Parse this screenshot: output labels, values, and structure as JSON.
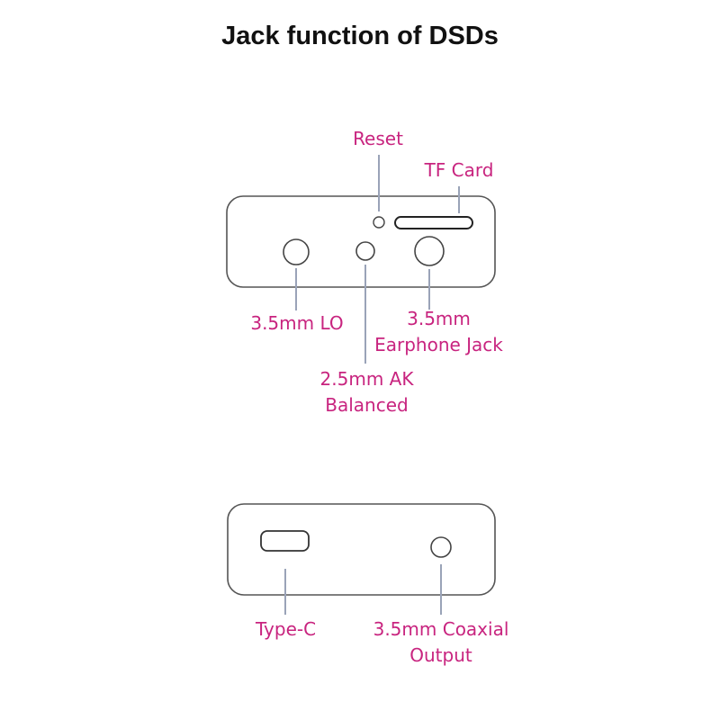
{
  "title": "Jack function of DSDs",
  "colors": {
    "label": "#c8247f",
    "outline": "#555555",
    "leader": "#9aa3b8"
  },
  "top_panel": {
    "labels": {
      "reset": "Reset",
      "tf_card": "TF Card",
      "lo": "3.5mm LO",
      "earphone_line1": "3.5mm",
      "earphone_line2": "Earphone Jack",
      "balanced_line1": "2.5mm AK",
      "balanced_line2": "Balanced"
    }
  },
  "bottom_panel": {
    "labels": {
      "type_c": "Type-C",
      "coaxial_line1": "3.5mm Coaxial",
      "coaxial_line2": "Output"
    }
  }
}
